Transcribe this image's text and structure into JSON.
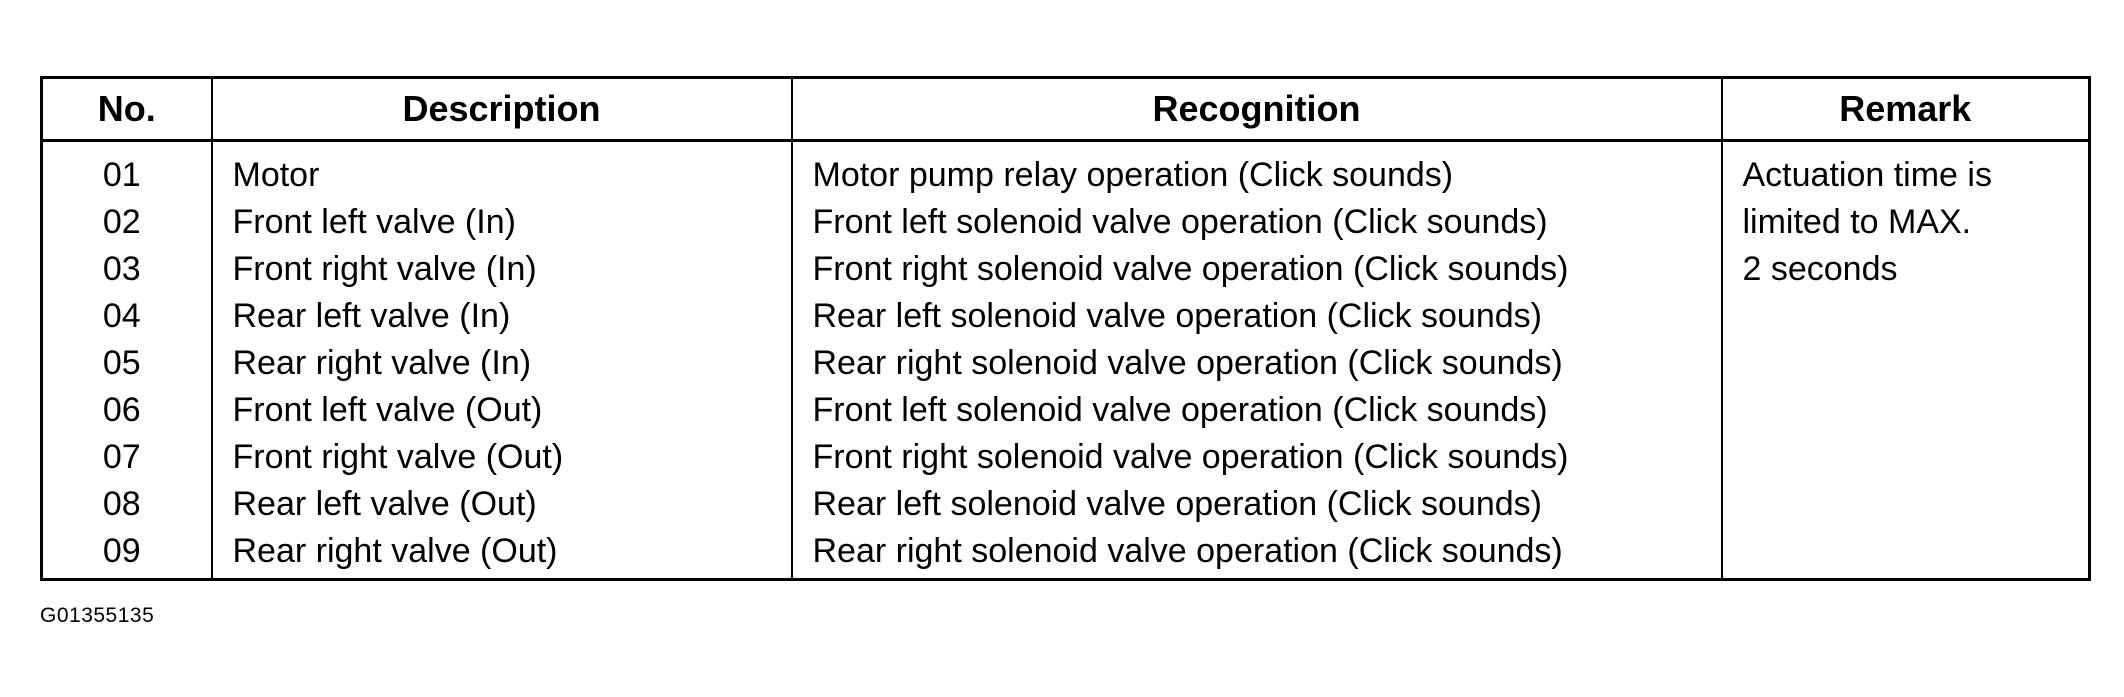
{
  "table": {
    "headers": [
      "No.",
      "Description",
      "Recognition",
      "Remark"
    ],
    "rows": [
      {
        "no": "01",
        "description": "Motor",
        "recognition": "Motor pump relay operation (Click sounds)"
      },
      {
        "no": "02",
        "description": "Front left valve (In)",
        "recognition": "Front left solenoid valve operation (Click sounds)"
      },
      {
        "no": "03",
        "description": "Front right valve (In)",
        "recognition": "Front right solenoid valve operation (Click sounds)"
      },
      {
        "no": "04",
        "description": "Rear left valve (In)",
        "recognition": "Rear left solenoid valve operation (Click sounds)"
      },
      {
        "no": "05",
        "description": "Rear right valve (In)",
        "recognition": "Rear right solenoid valve operation (Click sounds)"
      },
      {
        "no": "06",
        "description": "Front left valve (Out)",
        "recognition": "Front left solenoid valve operation (Click sounds)"
      },
      {
        "no": "07",
        "description": "Front right valve (Out)",
        "recognition": "Front right solenoid valve operation (Click sounds)"
      },
      {
        "no": "08",
        "description": "Rear left valve (Out)",
        "recognition": "Rear left solenoid valve operation (Click sounds)"
      },
      {
        "no": "09",
        "description": "Rear right valve (Out)",
        "recognition": "Rear right solenoid valve operation (Click sounds)"
      }
    ],
    "remark_lines": [
      "Actuation time is",
      "limited to MAX.",
      "2 seconds"
    ]
  },
  "figure_id": "G01355135"
}
